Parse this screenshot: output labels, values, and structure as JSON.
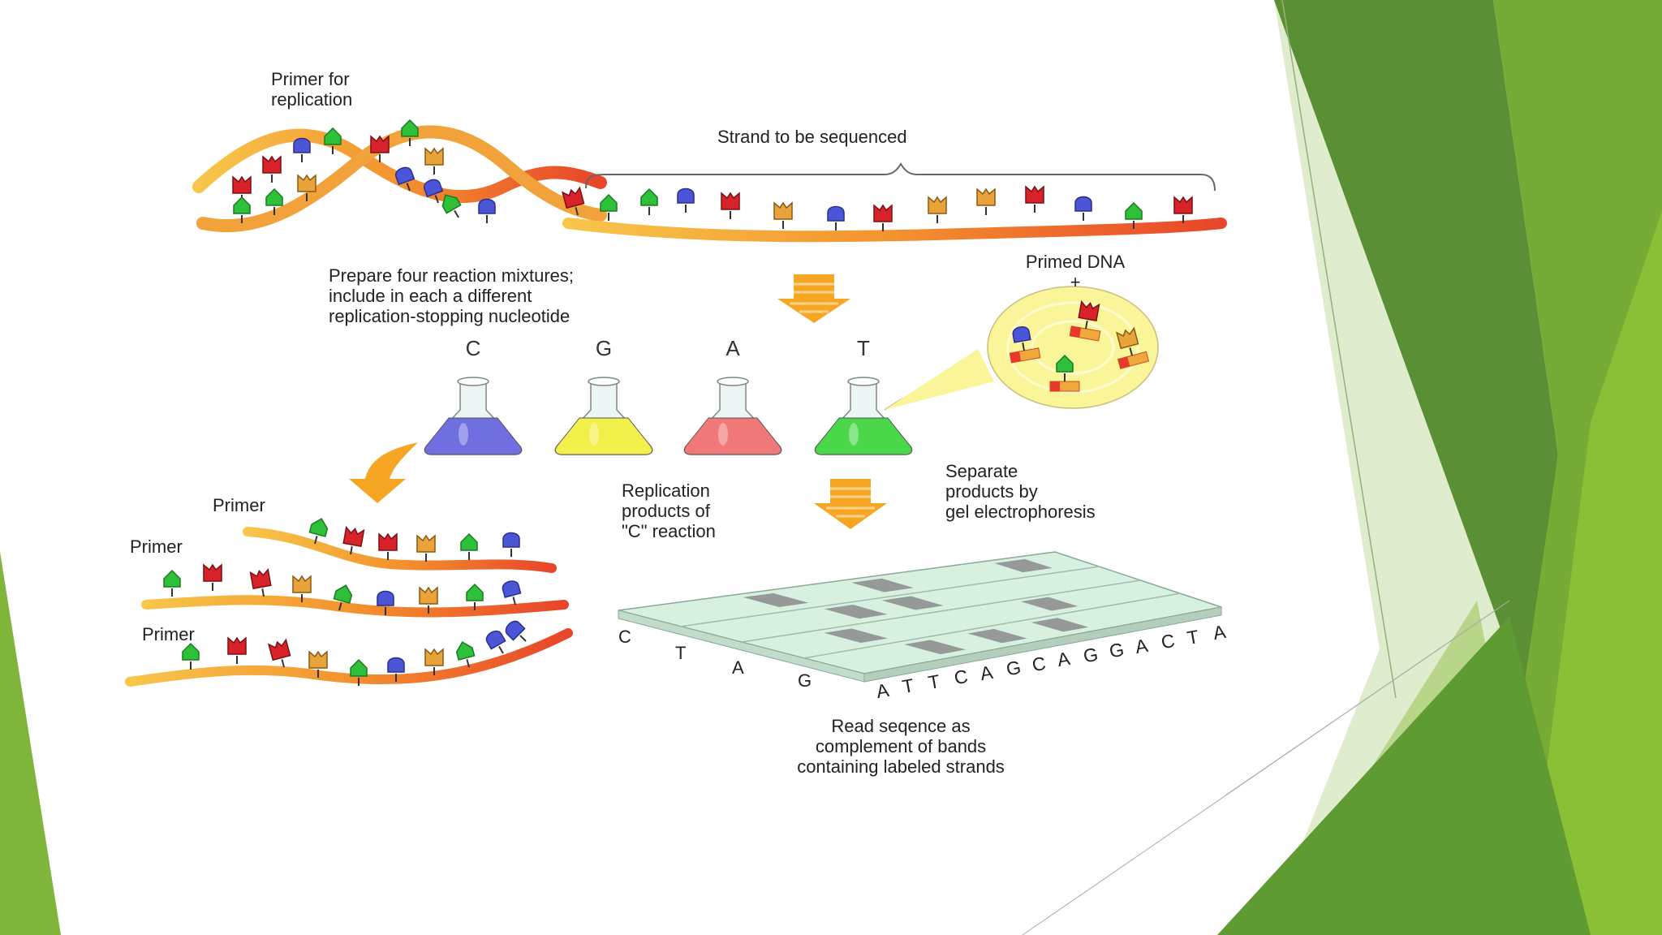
{
  "labels": {
    "primer_for_replication": "Primer for\nreplication",
    "strand_to_be_sequenced": "Strand to be sequenced",
    "prepare_mixtures": "Prepare four reaction mixtures;\ninclude in each a different\nreplication-stopping nucleotide",
    "primed_dna": "Primed DNA\n+",
    "replication_products": "Replication\nproducts of\n\"C\" reaction",
    "separate_products": "Separate\nproducts by\ngel electrophoresis",
    "primer_1": "Primer",
    "primer_2": "Primer",
    "primer_3": "Primer",
    "read_sequence": "Read seqence as\ncomplement of bands\ncontaining labeled strands"
  },
  "flasks": [
    {
      "letter": "C",
      "color": "#6f6fe0"
    },
    {
      "letter": "G",
      "color": "#f2f04a"
    },
    {
      "letter": "A",
      "color": "#f07878"
    },
    {
      "letter": "T",
      "color": "#4ad84a"
    }
  ],
  "gel_lanes": [
    "C",
    "T",
    "A",
    "G"
  ],
  "gel_sequence": "ATTCAGCAGGACTA",
  "colors": {
    "green_dark": "#4e8a2e",
    "green_mid": "#6fa83a",
    "green_light": "#8fbf3c",
    "green_pale": "#c9dfa0",
    "strand_orange": "#f3a23a",
    "strand_red": "#e8452a",
    "arrow_orange": "#f6a623"
  }
}
